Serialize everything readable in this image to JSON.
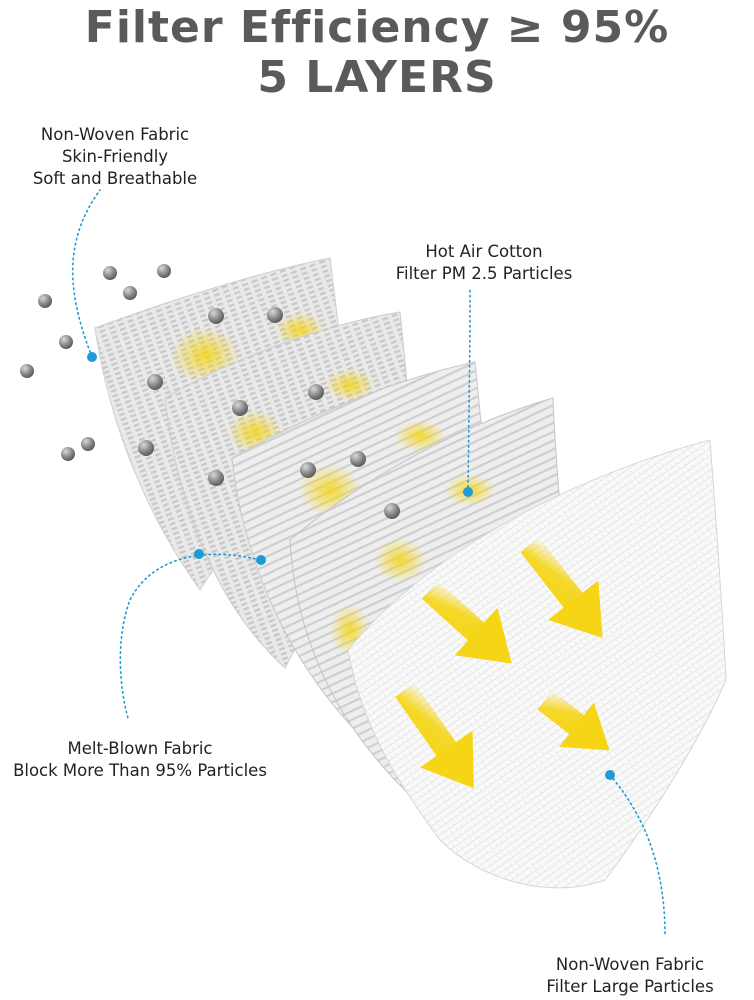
{
  "title": {
    "line1": "Filter Efficiency ≥ 95%",
    "line2": "5 LAYERS"
  },
  "labels": {
    "layer1": [
      "Non-Woven Fabric",
      "Skin-Friendly",
      "Soft and Breathable"
    ],
    "hot_air": [
      "Hot Air Cotton",
      "Filter PM 2.5 Particles"
    ],
    "melt_blown": [
      "Melt-Blown Fabric",
      "Block More Than 95% Particles"
    ],
    "layer5": [
      "Non-Woven Fabric",
      "Filter Large Particles"
    ]
  },
  "colors": {
    "title": "#5a5a5a",
    "arrow": "#f5d515",
    "marker": "#1e9ad6",
    "particle": "#8a8a8a"
  }
}
